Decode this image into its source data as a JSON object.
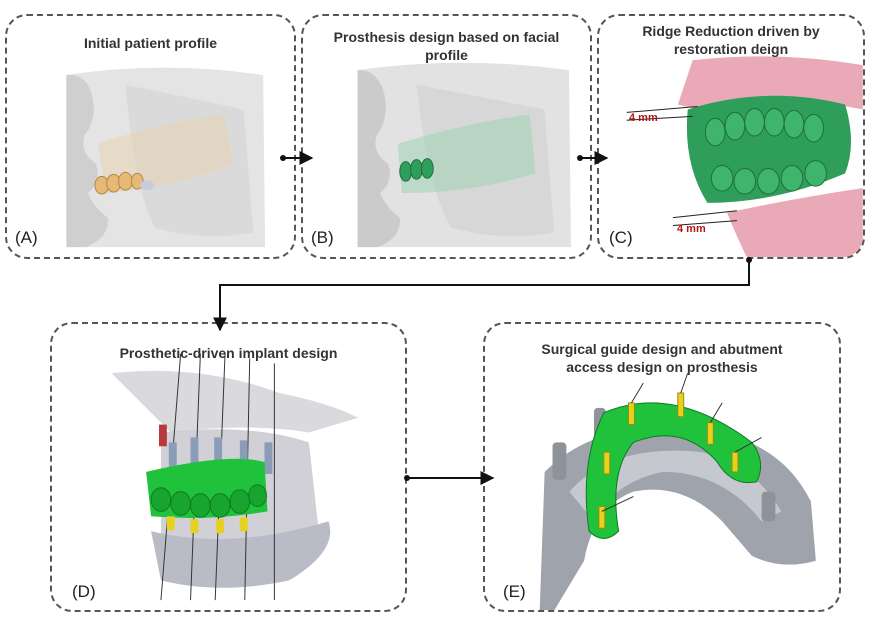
{
  "panels": {
    "a": {
      "title": "Initial patient profile",
      "label": "(A)"
    },
    "b": {
      "title": "Prosthesis design based on facial\nprofile",
      "label": "(B)"
    },
    "c": {
      "title": "Ridge Reduction driven by\nrestoration deign",
      "label": "(C)",
      "annotations": [
        "4 mm",
        "4 mm"
      ]
    },
    "d": {
      "title": "Prosthetic-driven implant design",
      "label": "(D)"
    },
    "e": {
      "title": "Surgical guide design and abutment\naccess design on prosthesis",
      "label": "(E)"
    }
  },
  "colors": {
    "panel_border": "#555555",
    "prosthesis_green": "#2e9e5a",
    "guide_green": "#1fc23a",
    "tooth_tan": "#e8b876",
    "gingiva_pink": "#e9a9b6",
    "measure_red": "#b01818"
  }
}
